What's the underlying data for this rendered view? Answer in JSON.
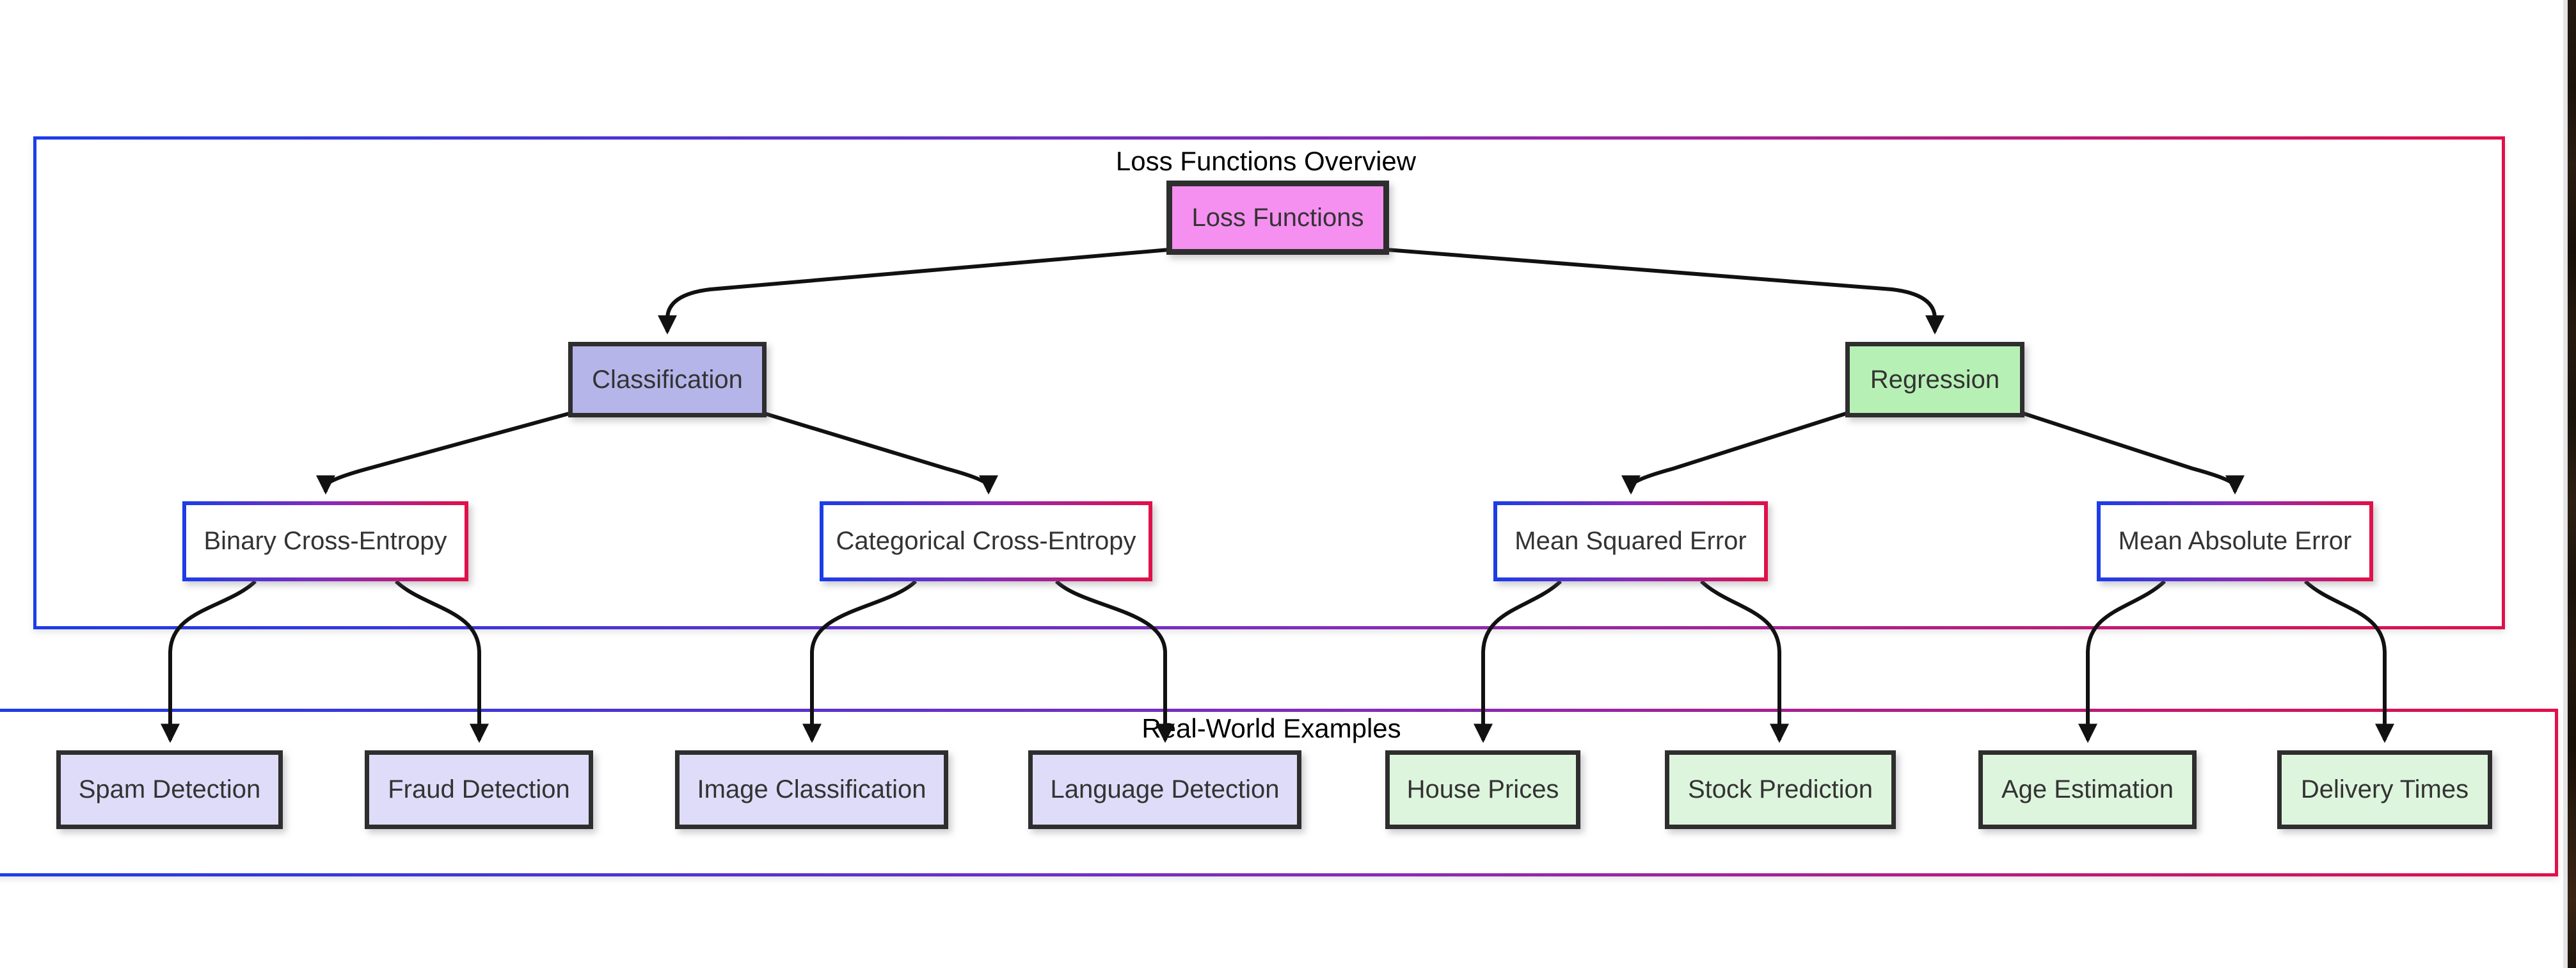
{
  "diagram": {
    "clusters": {
      "overview": {
        "title": "Loss Functions Overview"
      },
      "examples": {
        "title": "Real-World Examples"
      }
    },
    "nodes": {
      "root": {
        "label": "Loss Functions",
        "fill": "#f590f0"
      },
      "classification": {
        "label": "Classification",
        "fill": "#b5b5ea"
      },
      "regression": {
        "label": "Regression",
        "fill": "#b7f0b5"
      },
      "binary_ce": {
        "label": "Binary Cross-Entropy",
        "fill": "#ffffff"
      },
      "categorical_ce": {
        "label": "Categorical Cross-Entropy",
        "fill": "#ffffff"
      },
      "mse": {
        "label": "Mean Squared Error",
        "fill": "#ffffff"
      },
      "mae": {
        "label": "Mean Absolute Error",
        "fill": "#ffffff"
      },
      "spam": {
        "label": "Spam Detection",
        "fill": "#dedcf8"
      },
      "fraud": {
        "label": "Fraud Detection",
        "fill": "#dedcf8"
      },
      "image_cls": {
        "label": "Image Classification",
        "fill": "#dedcf8"
      },
      "language": {
        "label": "Language Detection",
        "fill": "#dedcf8"
      },
      "house": {
        "label": "House Prices",
        "fill": "#def5dd"
      },
      "stock": {
        "label": "Stock Prediction",
        "fill": "#def5dd"
      },
      "age": {
        "label": "Age Estimation",
        "fill": "#def5dd"
      },
      "delivery": {
        "label": "Delivery Times",
        "fill": "#def5dd"
      }
    },
    "edges": [
      {
        "from": "root",
        "to": "classification"
      },
      {
        "from": "root",
        "to": "regression"
      },
      {
        "from": "classification",
        "to": "binary_ce"
      },
      {
        "from": "classification",
        "to": "categorical_ce"
      },
      {
        "from": "regression",
        "to": "mse"
      },
      {
        "from": "regression",
        "to": "mae"
      },
      {
        "from": "binary_ce",
        "to": "spam"
      },
      {
        "from": "binary_ce",
        "to": "fraud"
      },
      {
        "from": "categorical_ce",
        "to": "image_cls"
      },
      {
        "from": "categorical_ce",
        "to": "language"
      },
      {
        "from": "mse",
        "to": "house"
      },
      {
        "from": "mse",
        "to": "stock"
      },
      {
        "from": "mae",
        "to": "age"
      },
      {
        "from": "mae",
        "to": "delivery"
      }
    ],
    "colors": {
      "cluster_border_left": "#1d3ce8",
      "cluster_border_right": "#e0104a",
      "node_border": "#2e2e2e",
      "edge": "#111111",
      "text": "#333333",
      "root_fill": "#f590f0",
      "classification_fill": "#b5b5ea",
      "regression_fill": "#b7f0b5",
      "example_classification_fill": "#dedcf8",
      "example_regression_fill": "#def5dd"
    }
  }
}
